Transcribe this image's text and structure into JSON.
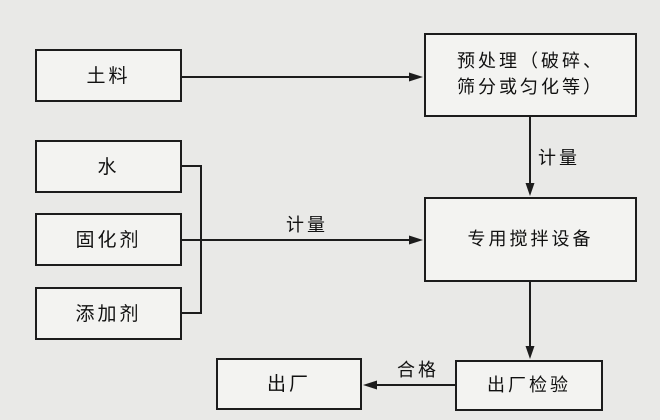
{
  "colors": {
    "bg": "#e9e9e7",
    "box-fill": "#f3f3f1",
    "line": "#1c1c1c",
    "text": "#111111"
  },
  "nodes": {
    "soil": "土料",
    "water": "水",
    "curing_agent": "固化剂",
    "additive": "添加剂",
    "pretreatment_line1": "预处理（破碎、",
    "pretreatment_line2": "筛分或匀化等）",
    "mixer": "专用搅拌设备",
    "inspection": "出厂检验",
    "shipment": "出厂"
  },
  "edge_labels": {
    "metering_vertical": "计量",
    "metering_horizontal": "计量",
    "qualified": "合格"
  }
}
